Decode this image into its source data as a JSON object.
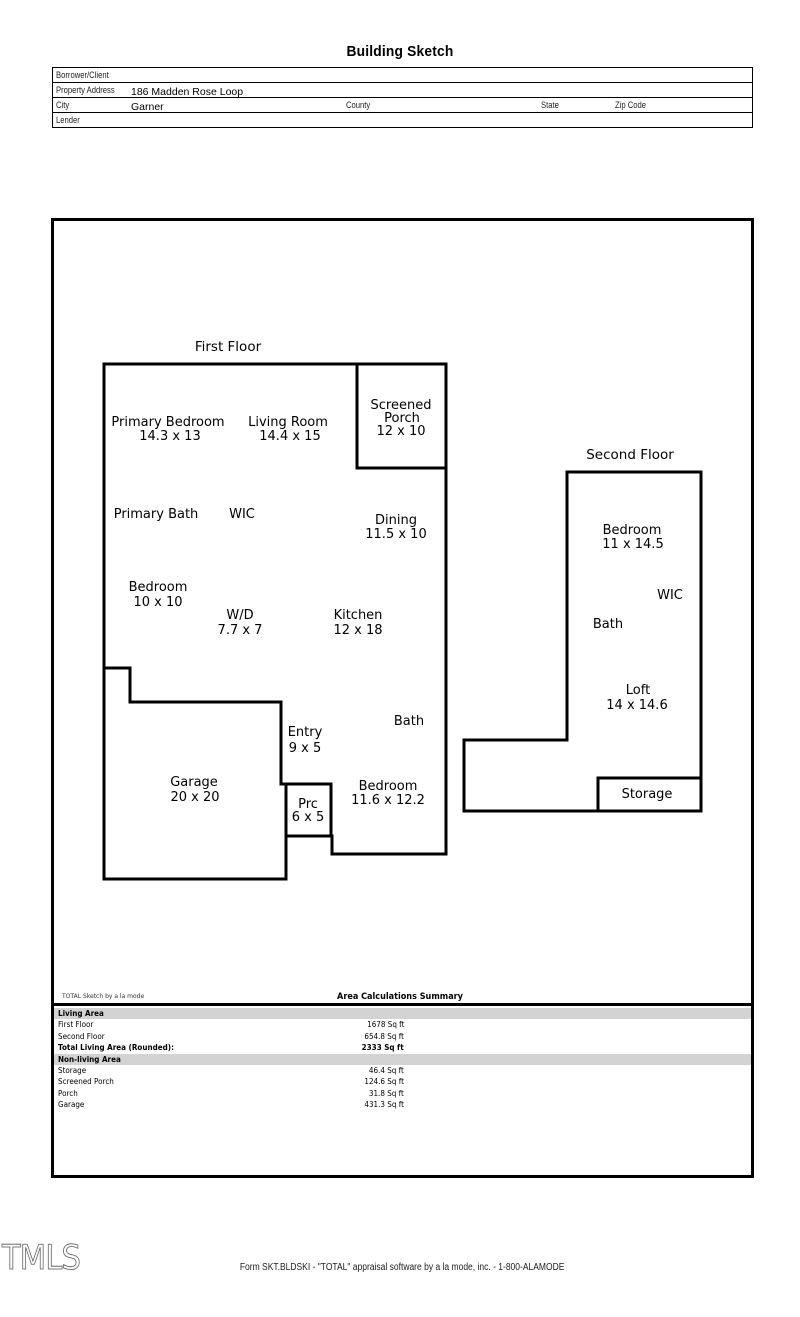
{
  "document": {
    "title": "Building Sketch"
  },
  "header": {
    "borrower_label": "Borrower/Client",
    "borrower_value": "",
    "property_address_label": "Property Address",
    "property_address_value": "186 Madden Rose Loop",
    "city_label": "City",
    "city_value": "Garner",
    "county_label": "County",
    "county_value": "",
    "state_label": "State",
    "state_value": "",
    "zip_label": "Zip Code",
    "zip_value": "",
    "lender_label": "Lender",
    "lender_value": ""
  },
  "sketch": {
    "first_floor": {
      "label": "First Floor",
      "rooms": [
        {
          "name": "Primary Bedroom",
          "dims": "14.3 x 13"
        },
        {
          "name": "Living Room",
          "dims": "14.4 x 15"
        },
        {
          "name": "Screened Porch",
          "dims": "12 x 10"
        },
        {
          "name": "Primary Bath",
          "dims": ""
        },
        {
          "name": "WIC",
          "dims": ""
        },
        {
          "name": "Dining",
          "dims": "11.5 x 10"
        },
        {
          "name": "Bedroom",
          "dims": "10 x 10"
        },
        {
          "name": "W/D",
          "dims": "7.7 x 7"
        },
        {
          "name": "Kitchen",
          "dims": "12 x 18"
        },
        {
          "name": "Bath",
          "dims": ""
        },
        {
          "name": "Entry",
          "dims": "9 x 5"
        },
        {
          "name": "Garage",
          "dims": "20 x 20"
        },
        {
          "name": "Prc",
          "dims": "6 x 5"
        },
        {
          "name": "Bedroom",
          "dims": "11.6 x 12.2"
        }
      ]
    },
    "second_floor": {
      "label": "Second Floor",
      "rooms": [
        {
          "name": "Bedroom",
          "dims": "11 x 14.5"
        },
        {
          "name": "WIC",
          "dims": ""
        },
        {
          "name": "Bath",
          "dims": ""
        },
        {
          "name": "Loft",
          "dims": "14 x 14.6"
        },
        {
          "name": "Storage",
          "dims": ""
        }
      ]
    }
  },
  "summary": {
    "credit": "TOTAL Sketch by a la mode",
    "title": "Area Calculations Summary",
    "living_area_label": "Living Area",
    "living_rows": [
      {
        "label": "First Floor",
        "value": "1678 Sq ft"
      },
      {
        "label": "Second Floor",
        "value": "654.8 Sq ft"
      }
    ],
    "total_label": "Total Living Area (Rounded):",
    "total_value": "2333 Sq ft",
    "nonliving_area_label": "Non-living Area",
    "nonliving_rows": [
      {
        "label": "Storage",
        "value": "46.4 Sq ft"
      },
      {
        "label": "Screened Porch",
        "value": "124.6 Sq ft"
      },
      {
        "label": "Porch",
        "value": "31.8 Sq ft"
      },
      {
        "label": "Garage",
        "value": "431.3 Sq ft"
      }
    ]
  },
  "footer": {
    "logo": "TMLS",
    "form_text": "Form SKT.BLDSKI - \"TOTAL\" appraisal software by a la mode, inc. - 1-800-ALAMODE"
  }
}
